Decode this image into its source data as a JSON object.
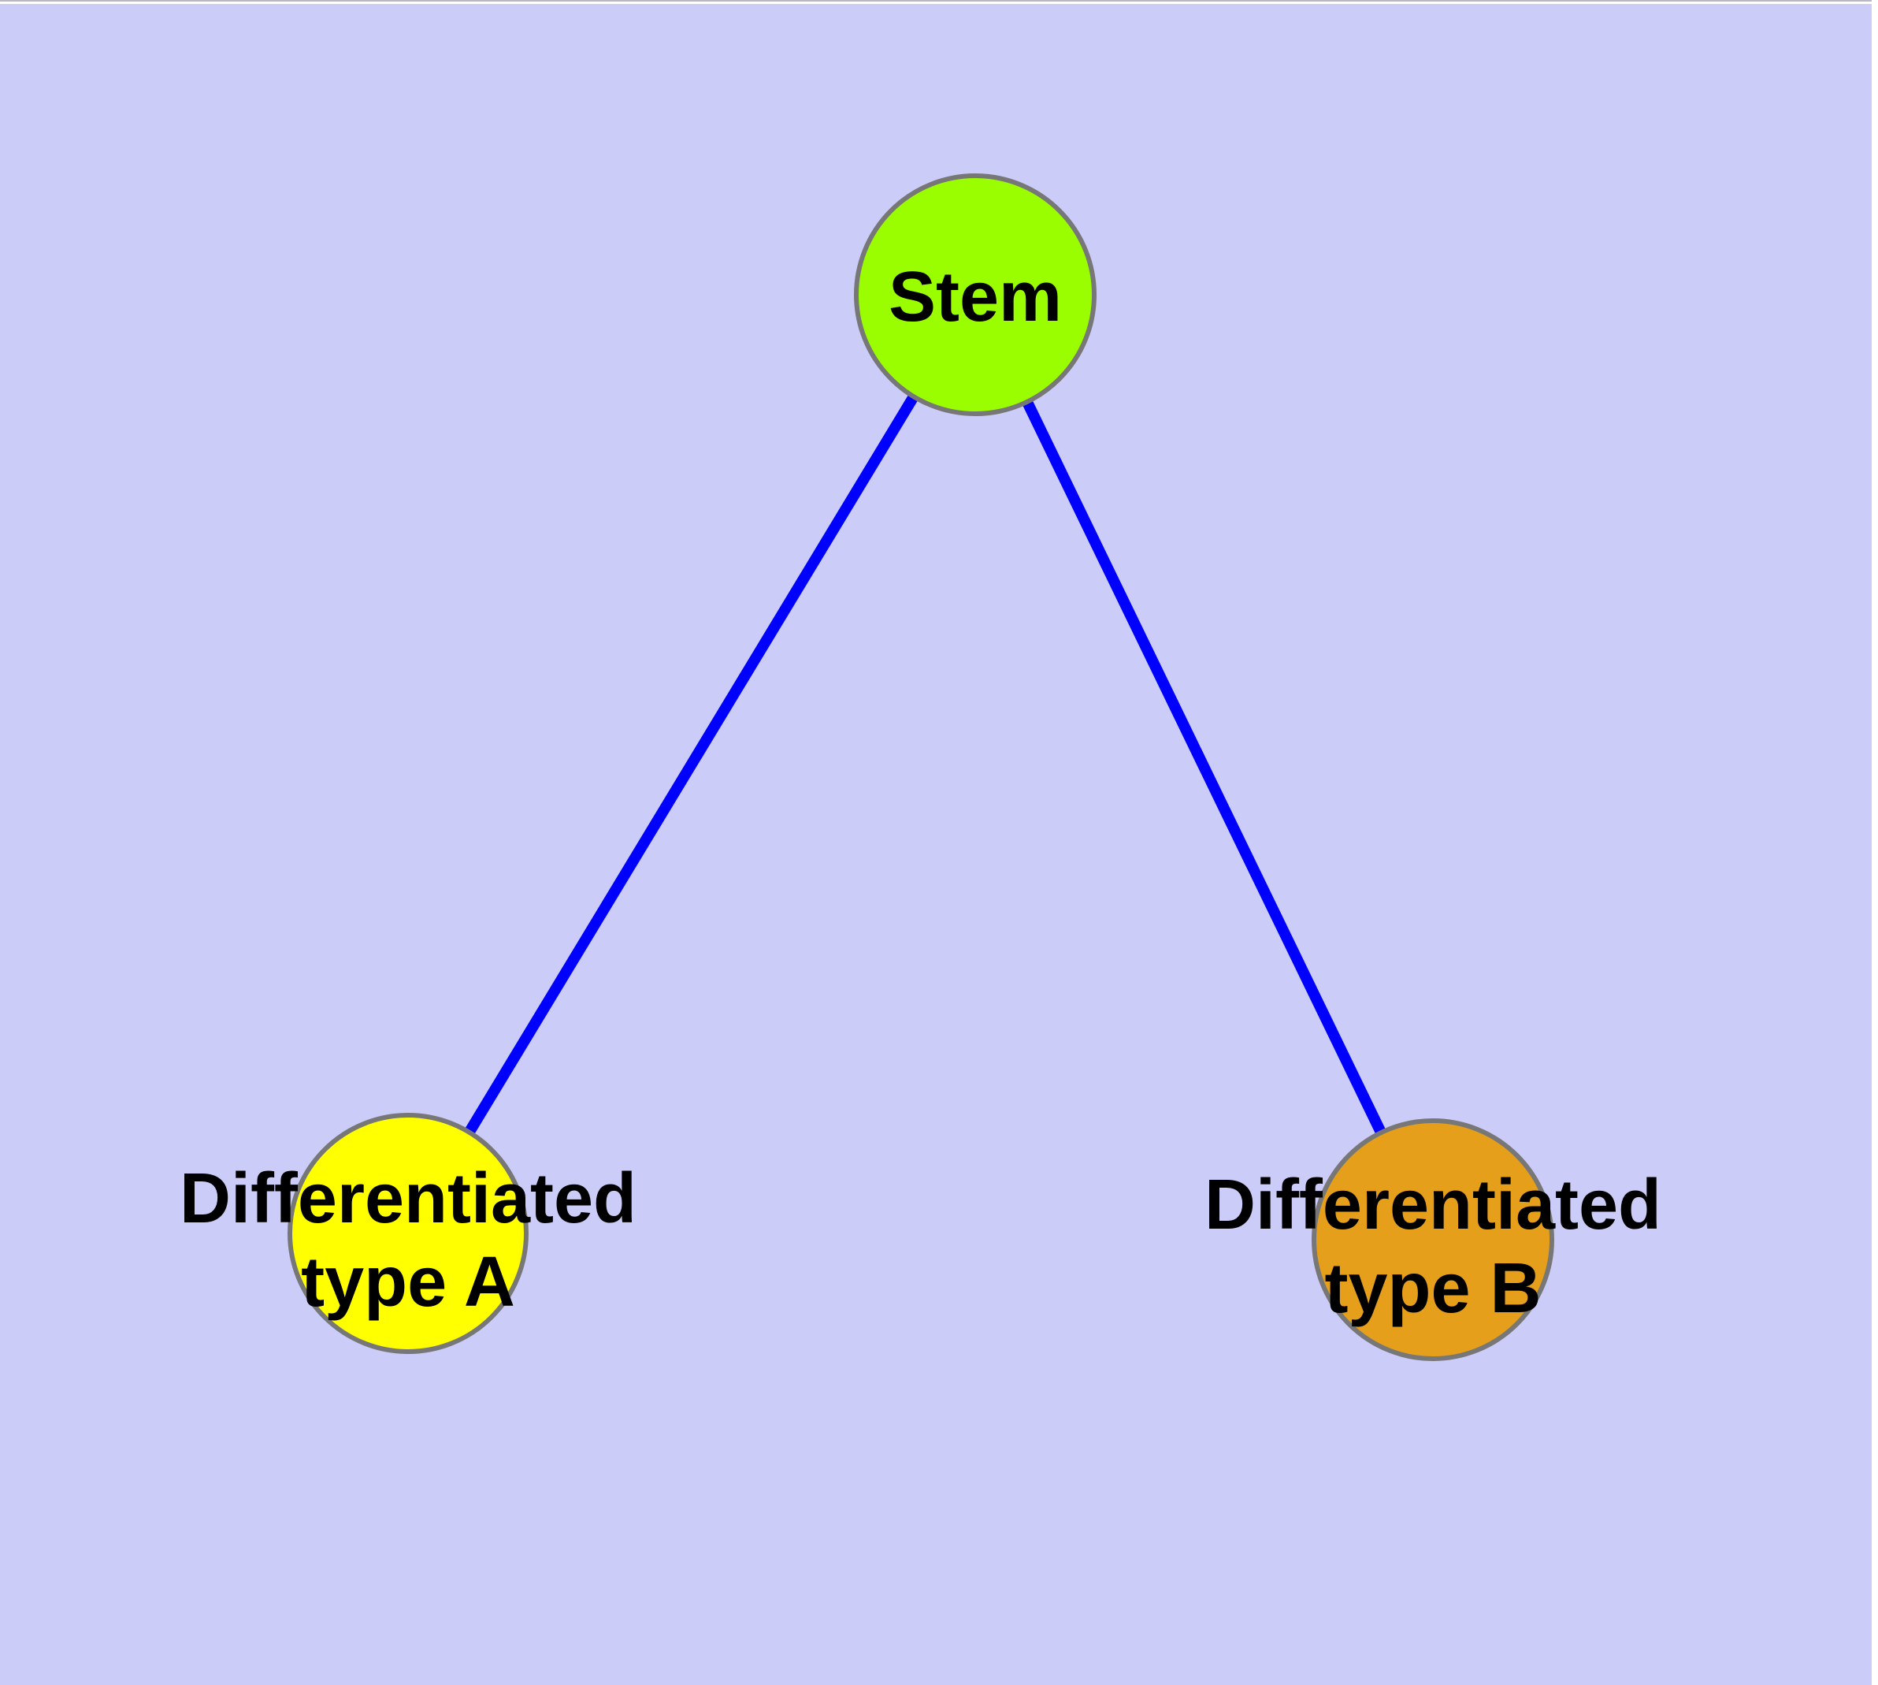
{
  "diagram": {
    "title": "",
    "background_color": "#ccccf8",
    "edge_color": "#0000ff",
    "node_border_color": "#777777",
    "label_color": "#000000",
    "nodes": [
      {
        "id": "stem",
        "label": "Stem",
        "color": "#9afe00"
      },
      {
        "id": "differentiated-type-a",
        "label_line1": "Differentiated",
        "label_line2": "type A",
        "color": "#ffff00"
      },
      {
        "id": "differentiated-type-b",
        "label_line1": "Differentiated",
        "label_line2": "type B",
        "color": "#e69f1b"
      }
    ],
    "edges": [
      {
        "from": "stem",
        "to": "differentiated-type-a"
      },
      {
        "from": "stem",
        "to": "differentiated-type-b"
      }
    ]
  }
}
